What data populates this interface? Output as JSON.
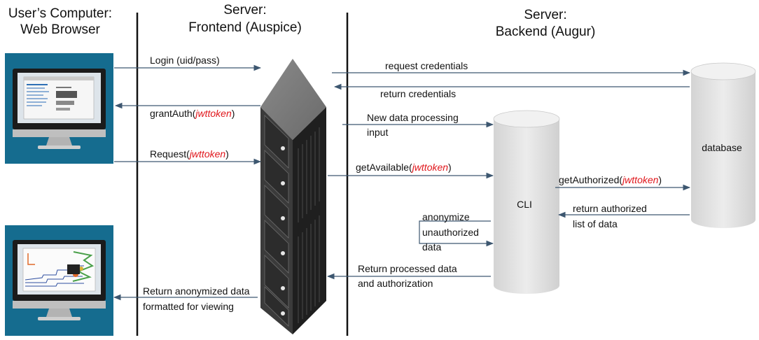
{
  "columns": {
    "client": {
      "line1": "User’s Computer:",
      "line2": "Web Browser"
    },
    "frontend": {
      "line1": "Server:",
      "line2": "Frontend (Auspice)"
    },
    "backend": {
      "line1": "Server:",
      "line2": "Backend (Augur)"
    }
  },
  "nodes": {
    "database": "database",
    "cli": "CLI"
  },
  "token": "jwttoken",
  "labels": {
    "login": "Login (uid/pass)",
    "grant_prefix": "grantAuth(",
    "grant_suffix": ")",
    "request_prefix": "Request(",
    "request_suffix": ")",
    "return_anon_1": "Return anonymized data",
    "return_anon_2": "formatted for viewing",
    "request_credentials": "request credentials",
    "return_credentials": "return credentials",
    "new_data_1": "New data processing",
    "new_data_2": "input",
    "get_available_prefix": "getAvailable(",
    "get_available_suffix": ")",
    "get_authorized_prefix": "getAuthorized(",
    "get_authorized_suffix": ")",
    "return_authorized_1": "return authorized",
    "return_authorized_2": "list of data",
    "anonymize_1": "anonymize",
    "anonymize_2": "unauthorized",
    "anonymize_3": "data",
    "return_processed_1": "Return processed data",
    "return_processed_2": "and authorization"
  },
  "colors": {
    "arrow": "#3d5770",
    "token": "#e0161b",
    "panel": "#156c8f",
    "cylinder": "#e4e4e4"
  }
}
